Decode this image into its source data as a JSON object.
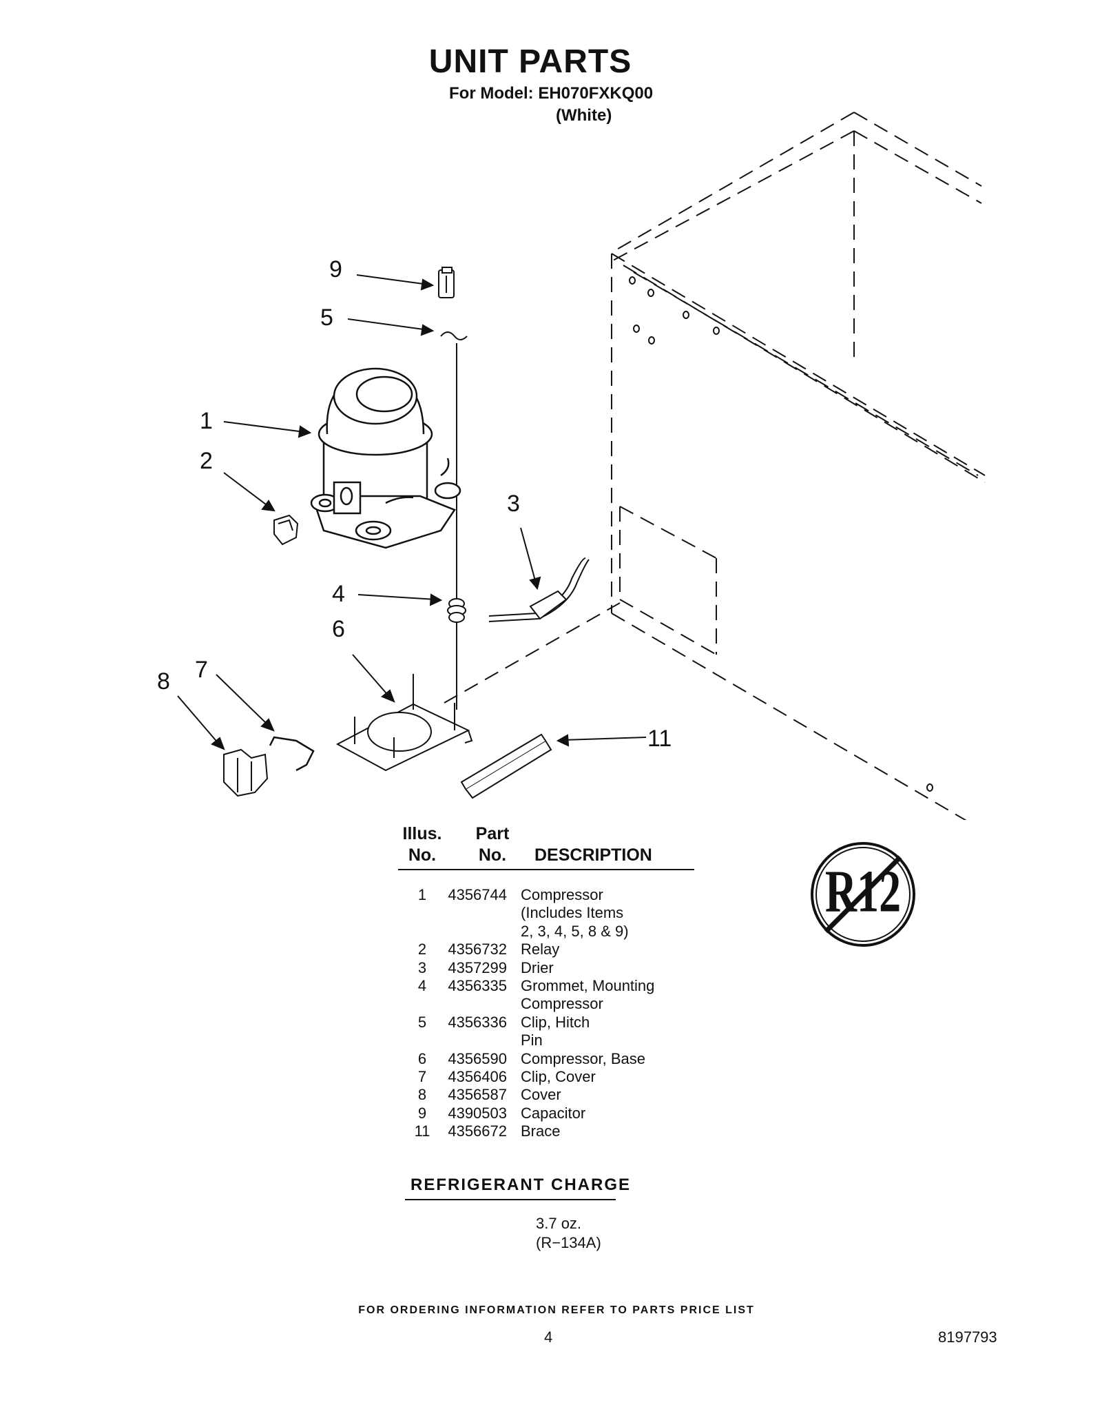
{
  "header": {
    "title": "UNIT PARTS",
    "model_line": "For Model: EH070FXKQ00",
    "color_line": "(White)"
  },
  "diagram": {
    "callouts": [
      "9",
      "5",
      "1",
      "2",
      "3",
      "4",
      "6",
      "8",
      "7",
      "11"
    ],
    "badge_text": "R12",
    "badge_icon": "no-r12-prohibition-icon"
  },
  "parts_table": {
    "headers": {
      "illus_line1": "Illus.",
      "illus_line2": "No.",
      "part_line1": "Part",
      "part_line2": "No.",
      "description": "DESCRIPTION"
    },
    "rows": [
      {
        "illus": "1",
        "part": "4356744",
        "description": "Compressor\n(Includes Items\n2, 3, 4, 5, 8 & 9)"
      },
      {
        "illus": "2",
        "part": "4356732",
        "description": "Relay"
      },
      {
        "illus": "3",
        "part": "4357299",
        "description": "Drier"
      },
      {
        "illus": "4",
        "part": "4356335",
        "description": "Grommet, Mounting\nCompressor"
      },
      {
        "illus": "5",
        "part": "4356336",
        "description": "Clip, Hitch\nPin"
      },
      {
        "illus": "6",
        "part": "4356590",
        "description": "Compressor, Base"
      },
      {
        "illus": "7",
        "part": "4356406",
        "description": "Clip, Cover"
      },
      {
        "illus": "8",
        "part": "4356587",
        "description": "Cover"
      },
      {
        "illus": "9",
        "part": "4390503",
        "description": "Capacitor"
      },
      {
        "illus": "11",
        "part": "4356672",
        "description": "Brace"
      }
    ]
  },
  "refrigerant": {
    "title": "REFRIGERANT CHARGE",
    "amount": "3.7 oz.",
    "type": "(R−134A)"
  },
  "footer": {
    "note": "FOR ORDERING INFORMATION REFER TO PARTS PRICE LIST",
    "page_number": "4",
    "document_number": "8197793"
  }
}
